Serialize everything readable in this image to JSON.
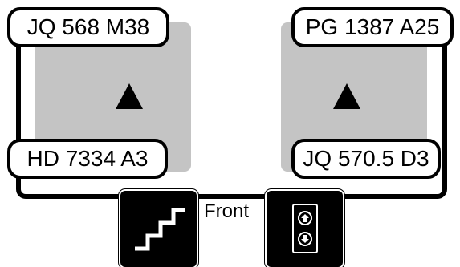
{
  "labels": {
    "top_left": "JQ 568 M38",
    "top_right": "PG 1387 A25",
    "bottom_left": "HD 7334 A3",
    "bottom_right": "JQ 570.5 D3"
  },
  "front_label": "Front",
  "icons": {
    "stairs": "stairs-icon",
    "elevator": "elevator-icon",
    "arrow": "up-arrow-icon"
  },
  "colors": {
    "bay": "#c4c4c4",
    "ink": "#000000"
  }
}
